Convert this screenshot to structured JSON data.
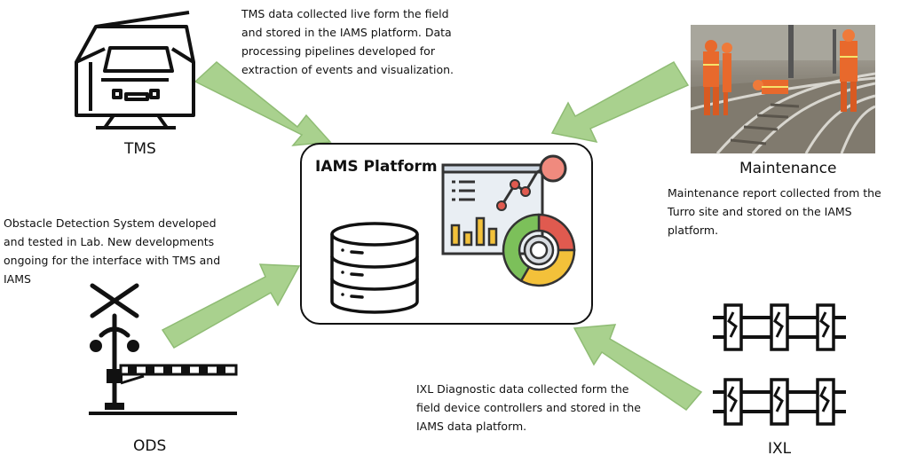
{
  "platform": {
    "title": "IAMS Platform"
  },
  "sources": {
    "tms": {
      "label": "TMS",
      "description": [
        "TMS data collected live form the field",
        "and stored in the IAMS platform. Data",
        "processing pipelines developed for",
        "extraction of events and visualization."
      ]
    },
    "maintenance": {
      "label": "Maintenance",
      "description": [
        "Maintenance report collected from the",
        "Turro site and stored on the IAMS",
        "platform."
      ]
    },
    "ods": {
      "label": "ODS",
      "description": [
        "Obstacle Detection System developed",
        "and tested in Lab. New developments",
        "ongoing for the interface with TMS and",
        "IAMS"
      ]
    },
    "ixl": {
      "label": "IXL",
      "description": [
        "IXL Diagnostic data collected form the",
        "field device controllers and stored in the",
        "IAMS data platform."
      ]
    }
  },
  "colors": {
    "arrow_fill": "#a9d18e",
    "arrow_stroke": "#8fbc74",
    "line": "#111111"
  },
  "icons": [
    "train-icon",
    "database-icon",
    "dashboard-icon",
    "maintenance-photo",
    "railroad-crossing-icon",
    "interlocking-icon"
  ]
}
